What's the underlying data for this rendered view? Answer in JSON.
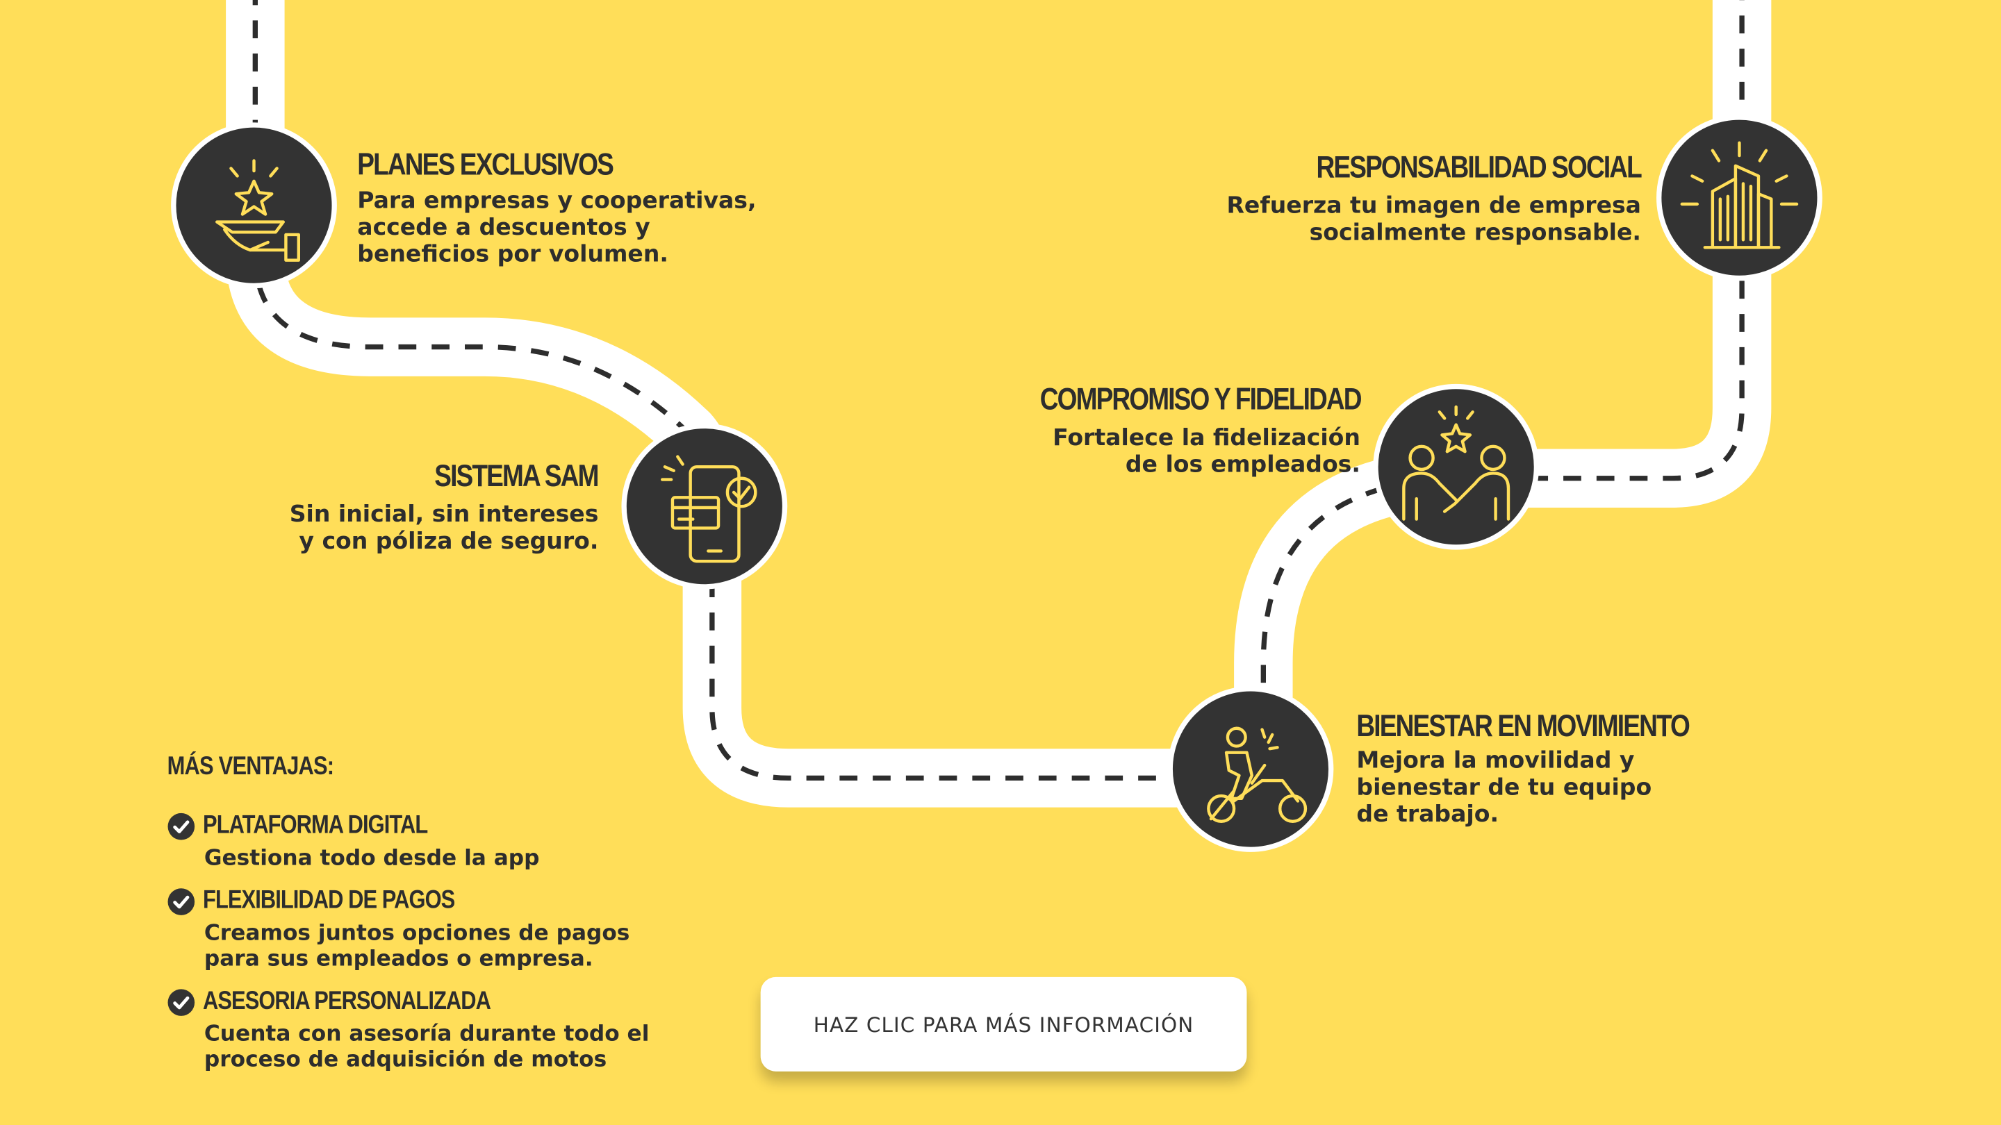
{
  "colors": {
    "background": "#FFDE59",
    "node_fill": "#333333",
    "icon_stroke": "#FFDE59",
    "road": "#FFFFFF",
    "text": "#2d2d2d"
  },
  "steps": [
    {
      "title": "PLANES EXCLUSIVOS",
      "lines": [
        "Para empresas y cooperativas,",
        "accede a descuentos y",
        "beneficios por volumen."
      ],
      "icon": "hand-star-icon"
    },
    {
      "title": "SISTEMA SAM",
      "lines": [
        "Sin inicial, sin intereses",
        "y con póliza de seguro."
      ],
      "icon": "phone-card-check-icon"
    },
    {
      "title": "BIENESTAR EN MOVIMIENTO",
      "lines": [
        "Mejora la movilidad y",
        "bienestar de tu equipo",
        "de trabajo."
      ],
      "icon": "motorcycle-rider-icon"
    },
    {
      "title": "COMPROMISO Y FIDELIDAD",
      "lines": [
        "Fortalece la fidelización",
        "de los empleados."
      ],
      "icon": "handshake-star-icon"
    },
    {
      "title": "RESPONSABILIDAD SOCIAL",
      "lines": [
        "Refuerza tu imagen de empresa",
        "socialmente responsable."
      ],
      "icon": "buildings-icon"
    }
  ],
  "advantages": {
    "heading": "MÁS VENTAJAS:",
    "items": [
      {
        "title": "PLATAFORMA DIGITAL",
        "lines": [
          "Gestiona todo desde la app"
        ]
      },
      {
        "title": "FLEXIBILIDAD DE PAGOS",
        "lines": [
          "Creamos juntos opciones de pagos",
          "para sus empleados o empresa."
        ]
      },
      {
        "title": "ASESORIA PERSONALIZADA",
        "lines": [
          "Cuenta con asesoría durante todo el",
          "proceso de adquisición de motos"
        ]
      }
    ]
  },
  "cta": {
    "label": "HAZ CLIC PARA MÁS INFORMACIÓN"
  }
}
